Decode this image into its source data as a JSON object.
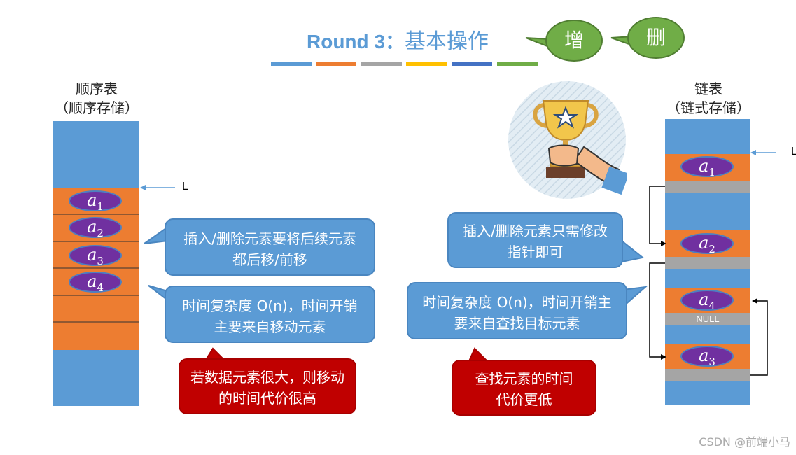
{
  "title": {
    "prefix": "Round 3：",
    "main": "基本操作"
  },
  "ops": {
    "insert": "增",
    "delete": "删"
  },
  "seq": {
    "header_line1": "顺序表",
    "header_line2": "（顺序存储）",
    "pointer": "L"
  },
  "link": {
    "header_line1": "链表",
    "header_line2": "（链式存储）",
    "pointer": "L",
    "null_label": "NULL"
  },
  "elements": [
    {
      "base": "a",
      "sub": "1"
    },
    {
      "base": "a",
      "sub": "2"
    },
    {
      "base": "a",
      "sub": "3"
    },
    {
      "base": "a",
      "sub": "4"
    }
  ],
  "callouts": {
    "seq_insert": "插入/删除元素要将后续元素都后移/前移",
    "seq_time": "时间复杂度 O(n)，时间开销主要来自移动元素",
    "seq_warn": "若数据元素很大，则移动的时间代价很高",
    "link_insert": "插入/删除元素只需修改指针即可",
    "link_time": "时间复杂度 O(n)，时间开销主要来自查找目标元素",
    "link_warn": "查找元素的时间代价更低"
  },
  "watermark": "CSDN @前端小马",
  "colors": {
    "blue": "#5b9bd5",
    "orange": "#ed7d31",
    "gray": "#a5a5a5",
    "yellow": "#ffc000",
    "darkblue": "#4472c4",
    "green": "#70ad47",
    "red": "#c00000",
    "purple": "#7030a0"
  },
  "icons": {
    "trophy": "trophy-in-hand-icon"
  }
}
